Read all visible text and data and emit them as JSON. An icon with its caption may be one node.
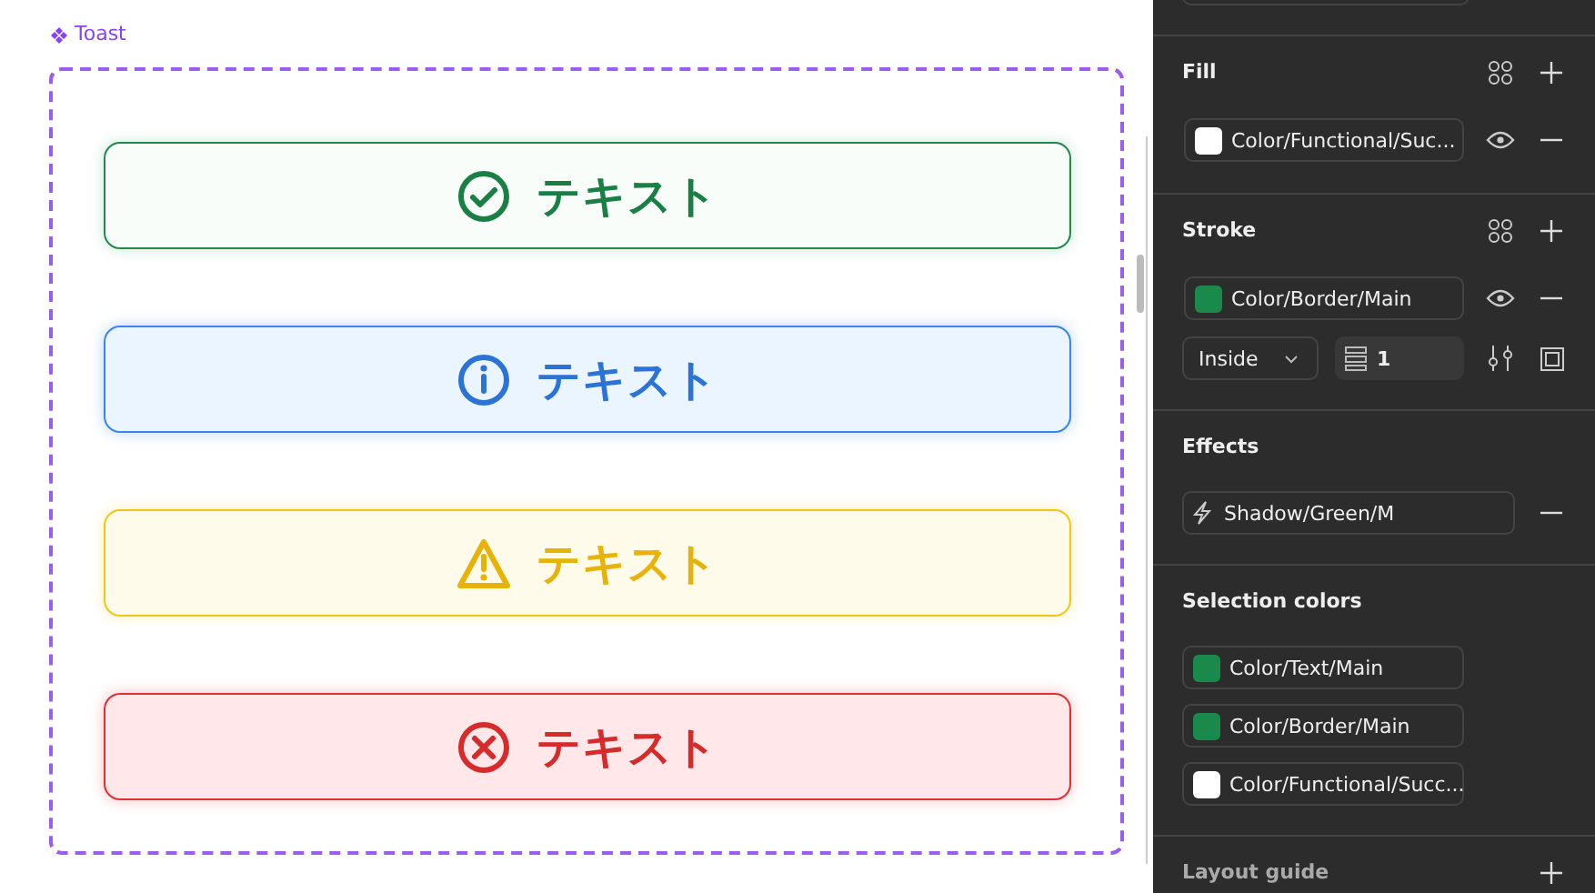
{
  "diagram": {
    "nodes": [
      {
        "text": [
          "Toast"
        ]
      },
      {
        "text": [
          "テキスト"
        ],
        "in": 0
      },
      {
        "text": [
          "テキスト"
        ],
        "in": 0
      },
      {
        "text": [
          "テキスト"
        ],
        "in": 0
      },
      {
        "text": [
          "テキスト"
        ],
        "in": 0
      },
      {
        "text": [
          "Color/Functional/Suc..."
        ]
      },
      {
        "text": [
          "Color/Border/Main"
        ]
      },
      {
        "text": [
          "Inside"
        ]
      },
      {
        "text": [
          "1"
        ]
      },
      {
        "text": [
          "Shadow/Green/M"
        ]
      },
      {
        "text": [
          "Color/Text/Main"
        ]
      },
      {
        "text": [
          "Color/Border/Main"
        ]
      },
      {
        "text": [
          "Color/Functional/Succ..."
        ]
      }
    ],
    "labels": [
      "Fill",
      "Stroke",
      "Effects",
      "Selection colors",
      "Layout guide"
    ]
  }
}
